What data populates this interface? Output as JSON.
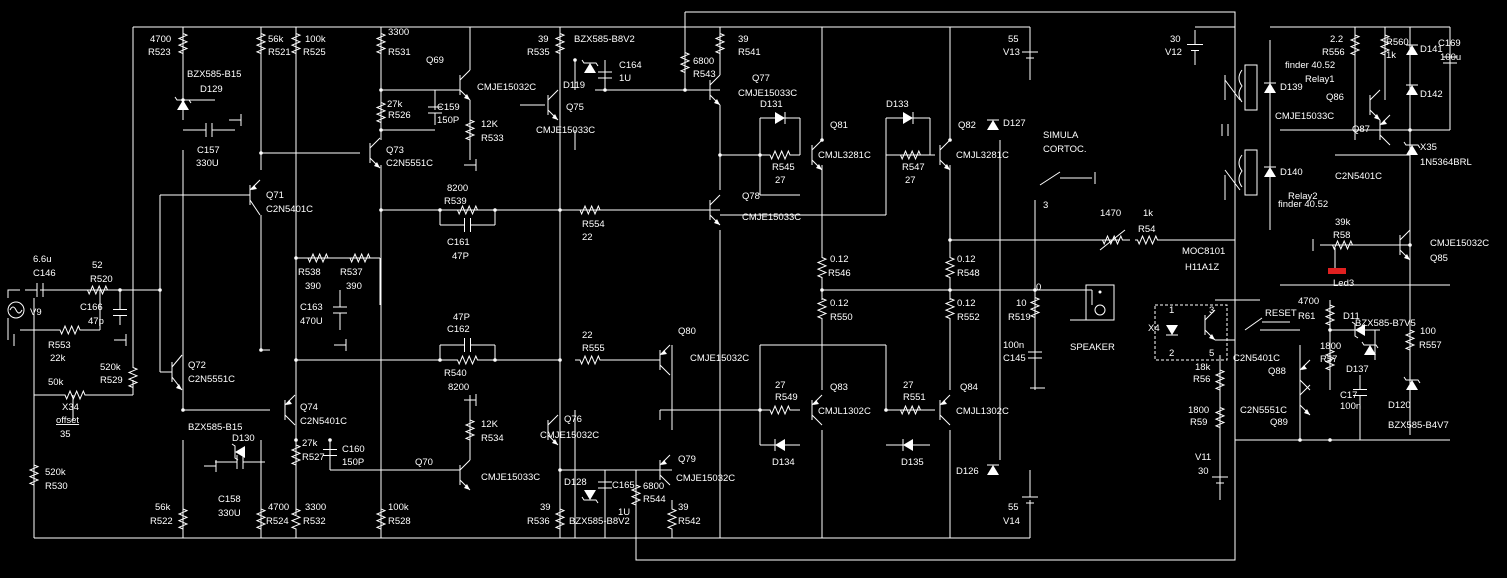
{
  "colors": {
    "background": "#000000",
    "wire": "#ffffff",
    "led": "#e02020"
  },
  "labels": {
    "c146_v": "6.6u",
    "c146_n": "C146",
    "r520_v": "52",
    "r520_n": "R520",
    "v9": "V9",
    "c166_n": "C166",
    "c166_v": "47p",
    "r553_n": "R553",
    "r553_v": "22k",
    "r529_v": "520k",
    "r529_n": "R529",
    "x34_v": "50k",
    "x34_n": "X34",
    "x34_t": "offset",
    "x34_o": "35",
    "r530_v": "520k",
    "r530_n": "R530",
    "r523_v": "4700",
    "r523_n": "R523",
    "d129_t": "BZX585-B15",
    "d129_n": "D129",
    "c157_n": "C157",
    "c157_v": "330U",
    "r521_v": "56k",
    "r521_n": "R521",
    "r525_v": "100k",
    "r525_n": "R525",
    "q71_n": "Q71",
    "q71_t": "C2N5401C",
    "q72_n": "Q72",
    "q72_t": "C2N5551C",
    "q74_n": "Q74",
    "q74_t": "C2N5401C",
    "d130_t": "BZX585-B15",
    "d130_n": "D130",
    "c158_n": "C158",
    "c158_v": "330U",
    "r522_v": "56k",
    "r522_n": "R522",
    "r524_v": "4700",
    "r524_n": "R524",
    "r532_v": "3300",
    "r532_n": "R532",
    "r528_v": "100k",
    "r528_n": "R528",
    "r531_v": "3300",
    "r531_n": "R531",
    "q69_n": "Q69",
    "r526_v": "27k",
    "r526_n": "R526",
    "c159_n": "C159",
    "c159_v": "150P",
    "q73_n": "Q73",
    "q73_t": "C2N5551C",
    "r538_n": "R538",
    "r538_v": "390",
    "r537_n": "R537",
    "r537_v": "390",
    "c163_n": "C163",
    "c163_v": "470U",
    "r527_v": "27k",
    "r527_n": "R527",
    "c160_n": "C160",
    "c160_v": "150P",
    "q70_n": "Q70",
    "q69_t": "CMJE15032C",
    "r533_v": "12K",
    "r533_n": "R533",
    "r539_v": "8200",
    "r539_n": "R539",
    "c161_n": "C161",
    "c161_v": "47P",
    "c162_v": "47P",
    "c162_n": "C162",
    "r540_n": "R540",
    "r540_v": "8200",
    "r534_v": "12K",
    "r534_n": "R534",
    "q70_t": "CMJE15033C",
    "r535_v": "39",
    "r535_n": "R535",
    "d119_t": "BZX585-B8V2",
    "d119_n": "D119",
    "c164_n": "C164",
    "c164_v": "1U",
    "q75_n": "Q75",
    "q75_t": "CMJE15033C",
    "r554_n": "R554",
    "r554_v": "22",
    "r555_v": "22",
    "r555_n": "R555",
    "q76_n": "Q76",
    "q76_t": "CMJE15032C",
    "r536_v": "39",
    "r536_n": "R536",
    "d128_n": "D128",
    "d128_t": "BZX585-B8V2",
    "c165_n": "C165",
    "c165_v": "1U",
    "r544_v": "6800",
    "r544_n": "R544",
    "r543_v": "6800",
    "r543_n": "R543",
    "r541_v": "39",
    "r541_n": "R541",
    "q77_n": "Q77",
    "q77_t": "CMJE15033C",
    "q78_n": "Q78",
    "q78_t": "CMJE15033C",
    "q80_n": "Q80",
    "q80_t": "CMJE15032C",
    "q79_n": "Q79",
    "q79_t": "CMJE15032C",
    "r542_v": "39",
    "r542_n": "R542",
    "d131_n": "D131",
    "r545_n": "R545",
    "r545_v": "27",
    "q81_n": "Q81",
    "q81_t": "CMJL3281C",
    "d133_n": "D133",
    "r547_n": "R547",
    "r547_v": "27",
    "q82_n": "Q82",
    "q82_t": "CMJL3281C",
    "r546_v": "0.12",
    "r546_n": "R546",
    "r550_v": "0.12",
    "r550_n": "R550",
    "r548_v": "0.12",
    "r548_n": "R548",
    "r552_v": "0.12",
    "r552_n": "R552",
    "r549_v": "27",
    "r549_n": "R549",
    "q83_n": "Q83",
    "q83_t": "CMJL1302C",
    "d134_n": "D134",
    "r551_v": "27",
    "r551_n": "R551",
    "q84_n": "Q84",
    "q84_t": "CMJL1302C",
    "d135_n": "D135",
    "d127_n": "D127",
    "d126_n": "D126",
    "v13_v": "55",
    "v13_n": "V13",
    "v14_v": "55",
    "v14_n": "V14",
    "simula": "SIMULA",
    "cortoc": "CORTOC.",
    "sw_n": "3",
    "r519_v": "10",
    "r519_n": "R519",
    "c145_v": "100n",
    "c145_n": "C145",
    "node_0": "0",
    "speaker": "SPEAKER",
    "pot_v": "1470",
    "r54_v": "1k",
    "r54_n": "R54",
    "opto_t1": "MOC8101",
    "opto_t2": "H11A1Z",
    "x4": "X4",
    "pin1": "1",
    "pin2": "2",
    "pin3": "3",
    "pin5": "5",
    "v12_v": "30",
    "v12_n": "V12",
    "r556_v": "2.2",
    "r556_n": "R556",
    "r560_n": "R560",
    "r560_v": "1k",
    "c169_n": "C169",
    "c169_v": "100u",
    "d141_n": "D141",
    "d142_n": "D142",
    "finder1": "finder 40.52",
    "relay1": "Relay1",
    "d139_n": "D139",
    "q86_n": "Q86",
    "q86_t": "CMJE15033C",
    "q87_n": "Q87",
    "q87_t": "C2N5401C",
    "x35_n": "X35",
    "x35_t": "1N5364BRL",
    "d140_n": "D140",
    "relay2": "Relay2",
    "finder2": "finder 40.52",
    "r58_v": "39k",
    "r58_n": "R58",
    "q85_t": "CMJE15032C",
    "q85_n": "Q85",
    "led3": "Led3",
    "reset": "RESET",
    "r61_v": "4700",
    "r61_n": "R61",
    "d11_n": "D11",
    "d11_t": "BZX585-B7V5",
    "r557_v": "100",
    "r557_n": "R557",
    "q88_t": "C2N5401C",
    "q88_n": "Q88",
    "r57_v": "1800",
    "r57_n": "R57",
    "d137_n": "D137",
    "r56_v": "18k",
    "r56_n": "R56",
    "c17_n": "C17",
    "c17_v": "100n",
    "r59_v": "1800",
    "r59_n": "R59",
    "q89_t": "C2N5551C",
    "q89_n": "Q89",
    "d120_n": "D120",
    "d120_t": "BZX585-B4V7",
    "v11_n": "V11",
    "v11_v": "30"
  }
}
